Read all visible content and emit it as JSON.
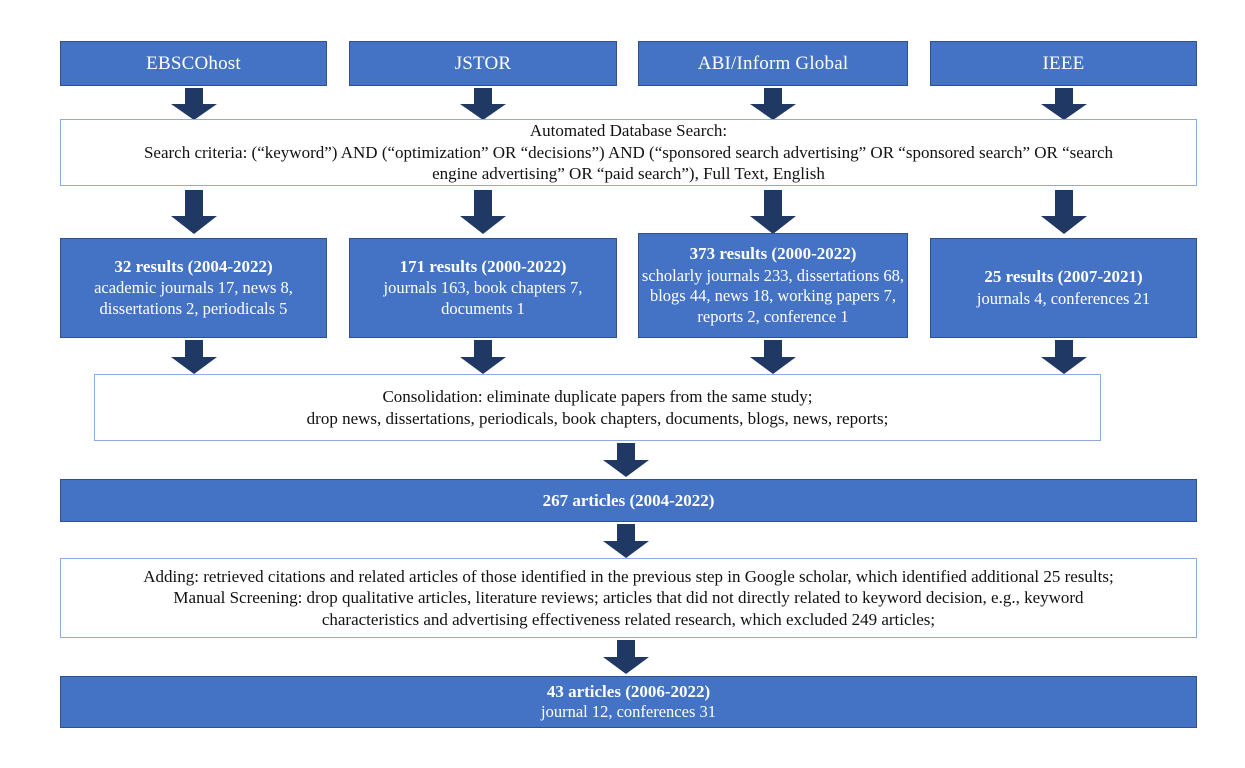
{
  "diagram": {
    "title": "Literature search and screening flow diagram",
    "colors": {
      "box_fill": "#4472c4",
      "box_border": "#2f528f",
      "white_box_border": "#8faadc",
      "arrow": "#203864",
      "box_text": "#ffffff",
      "white_box_text": "#111111"
    },
    "sources": [
      {
        "label": "EBSCOhost"
      },
      {
        "label": "JSTOR"
      },
      {
        "label": "ABI/Inform Global"
      },
      {
        "label": "IEEE"
      }
    ],
    "search": {
      "title": "Automated Database Search:",
      "criteria_line1": "Search criteria: (“keyword”) AND (“optimization” OR “decisions”) AND (“sponsored search advertising” OR “sponsored search” OR “search",
      "criteria_line2": "engine advertising” OR “paid search”), Full Text, English"
    },
    "results": [
      {
        "headline": "32 results (2004-2022)",
        "details": "academic journals 17, news 8, dissertations 2, periodicals 5"
      },
      {
        "headline": "171 results (2000-2022)",
        "details": "journals 163, book chapters 7, documents 1"
      },
      {
        "headline": "373 results (2000-2022)",
        "details": "scholarly journals 233, dissertations 68, blogs 44, news 18, working papers 7, reports 2, conference 1"
      },
      {
        "headline": "25 results (2007-2021)",
        "details": "journals 4, conferences 21"
      }
    ],
    "consolidation": {
      "line1": "Consolidation: eliminate duplicate papers from the same study;",
      "line2": "drop news, dissertations, periodicals, book chapters, documents, blogs, news, reports;"
    },
    "consolidated_total": {
      "headline": "267 articles (2004-2022)"
    },
    "screening": {
      "line1": "Adding: retrieved citations and related articles of those identified in the previous step in Google scholar, which identified additional 25 results;",
      "line2": "Manual Screening: drop qualitative articles, literature reviews; articles that did not directly related to keyword decision, e.g., keyword",
      "line3": "characteristics and advertising effectiveness related research, which excluded 249 articles;"
    },
    "final": {
      "headline": "43 articles (2006-2022)",
      "details": "journal 12, conferences 31"
    },
    "arrow_icon_name": "down-arrow-icon"
  }
}
